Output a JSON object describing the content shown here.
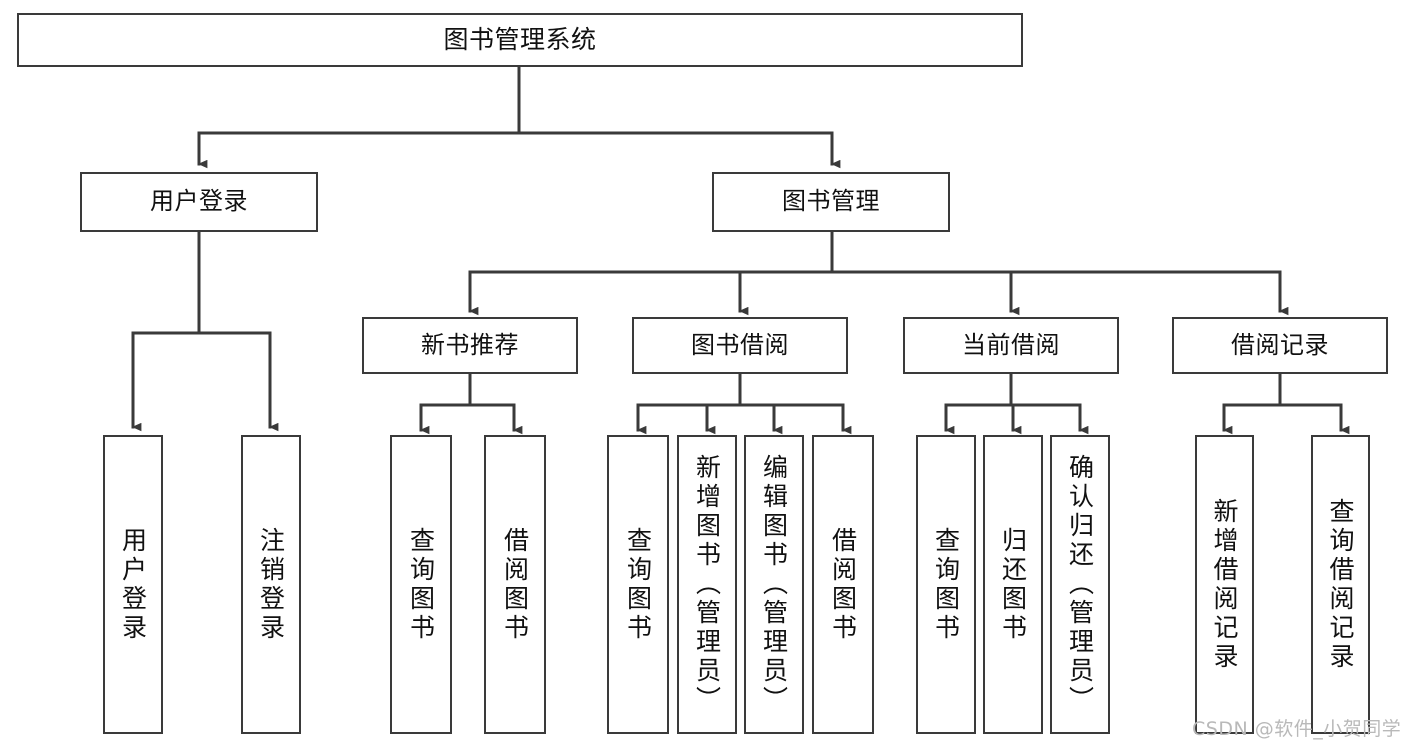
{
  "diagram": {
    "title": "图书管理系统",
    "type": "tree",
    "watermark": "CSDN @软件_小贺同学",
    "line_color": "#3a3a3a",
    "box_fill": "#ffffff",
    "text_color": "#111111",
    "nodes": {
      "root": {
        "label": "图书管理系统"
      },
      "level2": [
        {
          "label": "用户登录"
        },
        {
          "label": "图书管理"
        }
      ],
      "level3": [
        {
          "label": "新书推荐"
        },
        {
          "label": "图书借阅"
        },
        {
          "label": "当前借阅"
        },
        {
          "label": "借阅记录"
        }
      ],
      "leaves_user_login": [
        {
          "label": "用户登录"
        },
        {
          "label": "注销登录"
        }
      ],
      "leaves_new_book": [
        {
          "label": "查询图书"
        },
        {
          "label": "借阅图书"
        }
      ],
      "leaves_borrow": [
        {
          "label": "查询图书"
        },
        {
          "label": "新增图书（管理员）"
        },
        {
          "label": "编辑图书（管理员）"
        },
        {
          "label": "借阅图书"
        }
      ],
      "leaves_current": [
        {
          "label": "查询图书"
        },
        {
          "label": "归还图书"
        },
        {
          "label": "确认归还（管理员）"
        }
      ],
      "leaves_records": [
        {
          "label": "新增借阅记录"
        },
        {
          "label": "查询借阅记录"
        }
      ]
    }
  }
}
